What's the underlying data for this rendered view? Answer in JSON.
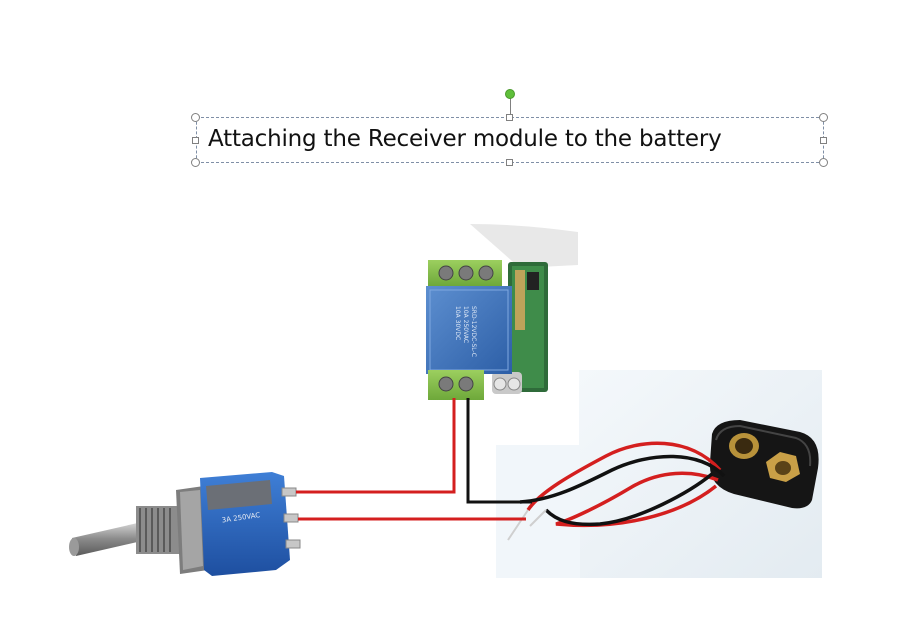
{
  "textbox": {
    "text": "Attaching the Receiver module to the battery"
  },
  "images": {
    "relay": "relay-module-photo",
    "switch": "toggle-switch-photo",
    "battery": "battery-snap-photo"
  },
  "colors": {
    "wire_red": "#d41f1f",
    "wire_black": "#111111",
    "selection_border": "#7f8fa6",
    "rotate_handle": "#5fbf3a"
  }
}
